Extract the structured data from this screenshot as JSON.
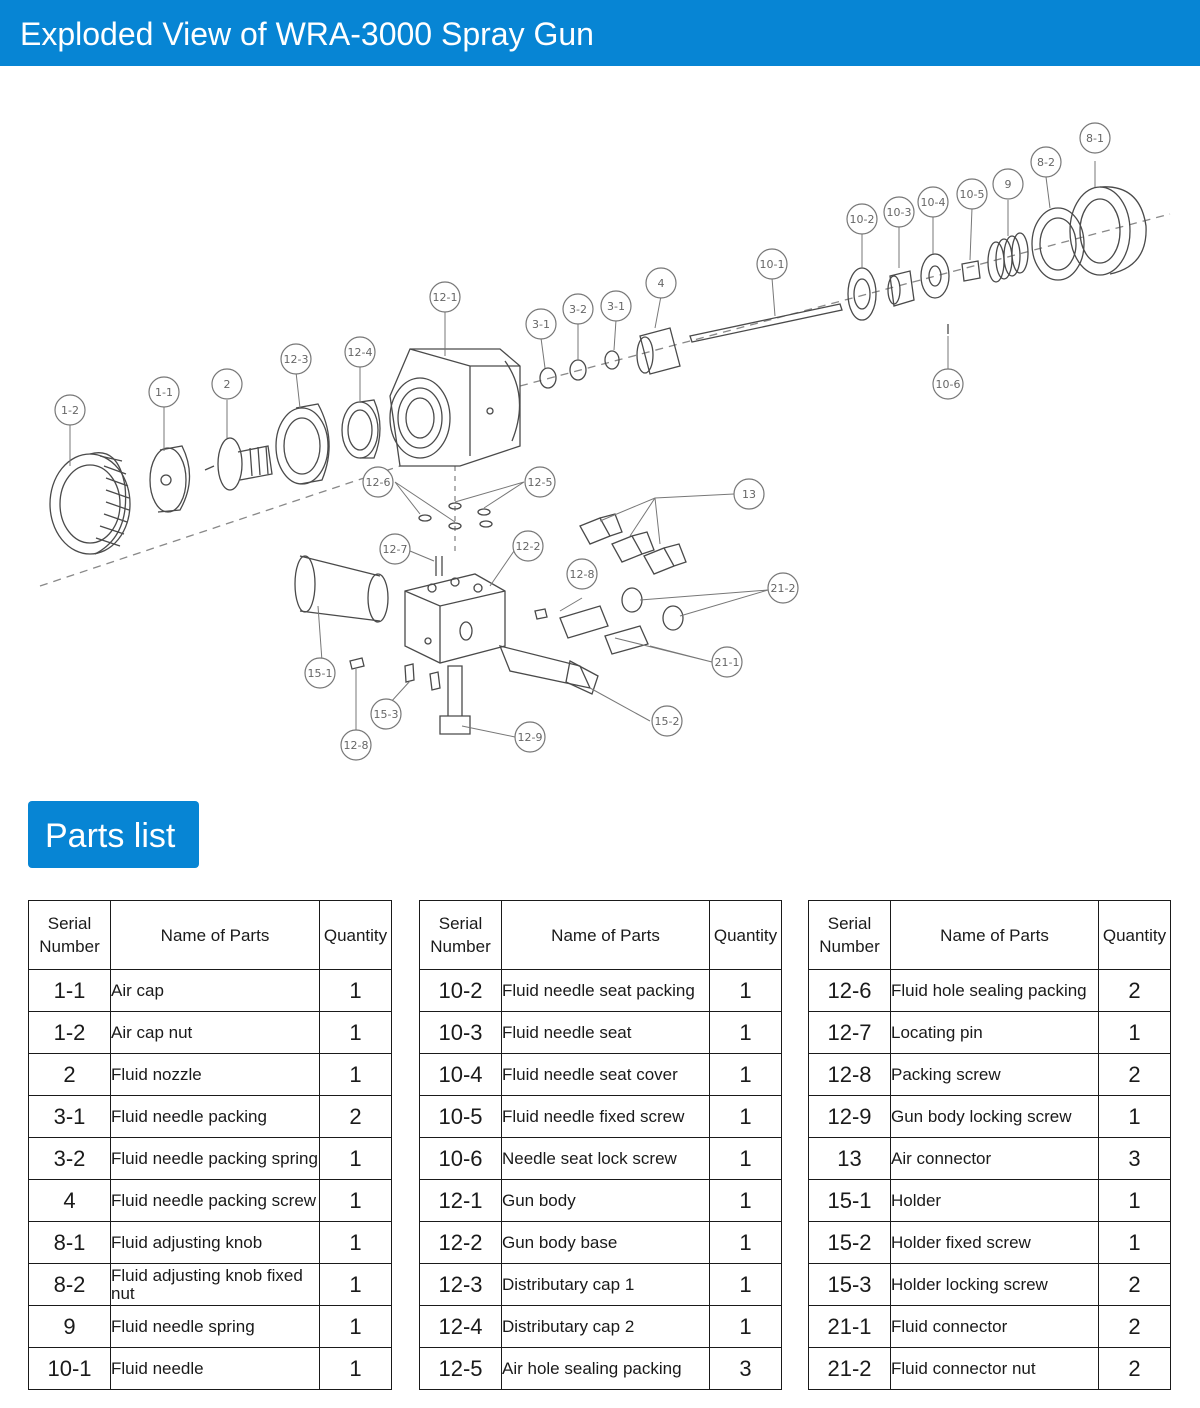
{
  "header": {
    "title": "Exploded View of WRA-3000 Spray Gun"
  },
  "diagram": {
    "callouts": [
      "1-2",
      "1-1",
      "2",
      "12-3",
      "12-4",
      "12-1",
      "3-1",
      "3-2",
      "3-1",
      "4",
      "10-1",
      "10-2",
      "10-3",
      "10-4",
      "10-5",
      "9",
      "8-2",
      "8-1",
      "10-6",
      "12-6",
      "12-5",
      "13",
      "12-7",
      "12-2",
      "12-8",
      "21-2",
      "21-1",
      "15-1",
      "15-3",
      "15-2",
      "12-9",
      "12-8"
    ]
  },
  "parts_section": {
    "title": "Parts list"
  },
  "table_headers": {
    "serial": "Serial Number",
    "name": "Name of Parts",
    "quantity": "Quantity"
  },
  "tables": [
    [
      {
        "serial": "1-1",
        "name": "Air cap",
        "qty": "1"
      },
      {
        "serial": "1-2",
        "name": "Air cap nut",
        "qty": "1"
      },
      {
        "serial": "2",
        "name": "Fluid nozzle",
        "qty": "1"
      },
      {
        "serial": "3-1",
        "name": "Fluid needle packing",
        "qty": "2"
      },
      {
        "serial": "3-2",
        "name": "Fluid needle packing spring",
        "qty": "1"
      },
      {
        "serial": "4",
        "name": "Fluid needle packing screw",
        "qty": "1"
      },
      {
        "serial": "8-1",
        "name": "Fluid adjusting knob",
        "qty": "1"
      },
      {
        "serial": "8-2",
        "name": "Fluid adjusting knob fixed nut",
        "qty": "1"
      },
      {
        "serial": "9",
        "name": "Fluid needle spring",
        "qty": "1"
      },
      {
        "serial": "10-1",
        "name": "Fluid needle",
        "qty": "1"
      }
    ],
    [
      {
        "serial": "10-2",
        "name": "Fluid needle seat packing",
        "qty": "1"
      },
      {
        "serial": "10-3",
        "name": "Fluid needle seat",
        "qty": "1"
      },
      {
        "serial": "10-4",
        "name": "Fluid needle seat cover",
        "qty": "1"
      },
      {
        "serial": "10-5",
        "name": "Fluid needle fixed screw",
        "qty": "1"
      },
      {
        "serial": "10-6",
        "name": "Needle seat lock screw",
        "qty": "1"
      },
      {
        "serial": "12-1",
        "name": "Gun body",
        "qty": "1"
      },
      {
        "serial": "12-2",
        "name": "Gun body base",
        "qty": "1"
      },
      {
        "serial": "12-3",
        "name": "Distributary cap 1",
        "qty": "1"
      },
      {
        "serial": "12-4",
        "name": "Distributary cap 2",
        "qty": "1"
      },
      {
        "serial": "12-5",
        "name": "Air hole sealing packing",
        "qty": "3"
      }
    ],
    [
      {
        "serial": "12-6",
        "name": "Fluid hole sealing packing",
        "qty": "2"
      },
      {
        "serial": "12-7",
        "name": "Locating pin",
        "qty": "1"
      },
      {
        "serial": "12-8",
        "name": "Packing screw",
        "qty": "2"
      },
      {
        "serial": "12-9",
        "name": "Gun body locking screw",
        "qty": "1"
      },
      {
        "serial": "13",
        "name": "Air connector",
        "qty": "3"
      },
      {
        "serial": "15-1",
        "name": "Holder",
        "qty": "1"
      },
      {
        "serial": "15-2",
        "name": "Holder fixed screw",
        "qty": "1"
      },
      {
        "serial": "15-3",
        "name": "Holder locking screw",
        "qty": "2"
      },
      {
        "serial": "21-1",
        "name": "Fluid connector",
        "qty": "2"
      },
      {
        "serial": "21-2",
        "name": "Fluid connector nut",
        "qty": "2"
      }
    ]
  ],
  "colors": {
    "header_bg": "#0785d4",
    "badge_bg": "#0785d4",
    "text": "#1a1a1a",
    "line_art": "#4a4a4a"
  }
}
